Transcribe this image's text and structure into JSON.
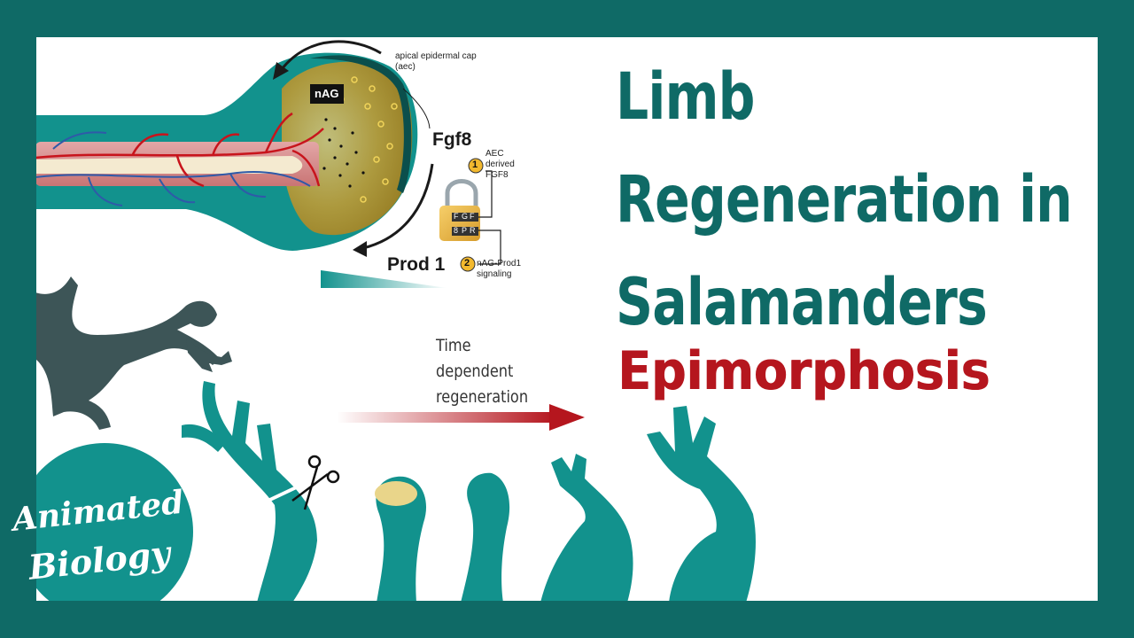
{
  "title": {
    "line1": "Limb",
    "line2": "Regeneration in",
    "line3": "Salamanders",
    "subtitle": "Epimorphosis"
  },
  "diagram": {
    "aec_label": "apical epidermal cap (aec)",
    "nag_label": "nAG",
    "fgf8_label": "Fgf8",
    "prod1_label": "Prod 1",
    "step1_number": "1",
    "step1_text": "AEC derived FGF8",
    "step2_number": "2",
    "step2_text": "nAG-Prod1 signaling",
    "lock_digits": [
      "F",
      "G",
      "F",
      "8",
      "P",
      "R"
    ]
  },
  "timeline": {
    "line1": "Time",
    "line2": "dependent",
    "line3": "regeneration"
  },
  "logo": {
    "line1": "Animated",
    "line2": "Biology"
  },
  "colors": {
    "frame": "#0f6a66",
    "teal": "#12928d",
    "title": "#0f6a66",
    "subtitle": "#b5161e",
    "salamander": "#3d5557"
  }
}
